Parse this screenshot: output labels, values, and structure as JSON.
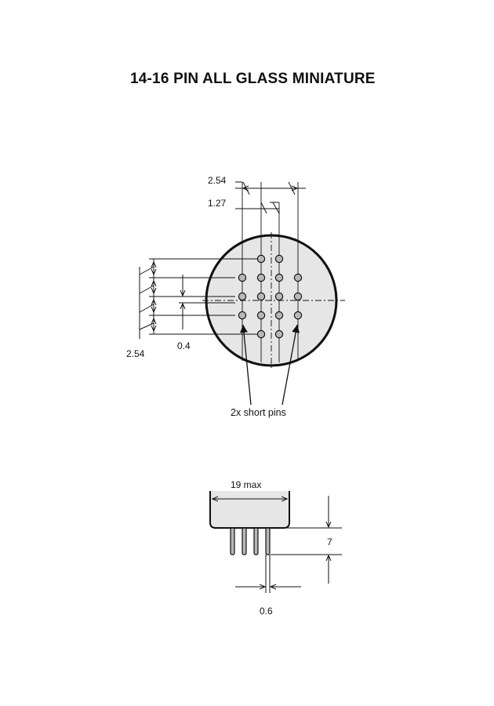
{
  "title": "14-16 PIN ALL GLASS MINIATURE",
  "top_view": {
    "dim_pin_spacing_outer": "2.54",
    "dim_pin_spacing_half": "1.27",
    "dim_row_spacing": "2.54",
    "dim_offset": "0.4",
    "short_pins_label": "2x short pins",
    "pin_count_drawn": 16
  },
  "side_view": {
    "dim_width": "19 max",
    "dim_pin_length": "7",
    "dim_pin_diameter": "0.6"
  },
  "colors": {
    "line": "#111111",
    "pin_fill": "#b8b8b8",
    "base_fill": "#e6e6e6"
  }
}
